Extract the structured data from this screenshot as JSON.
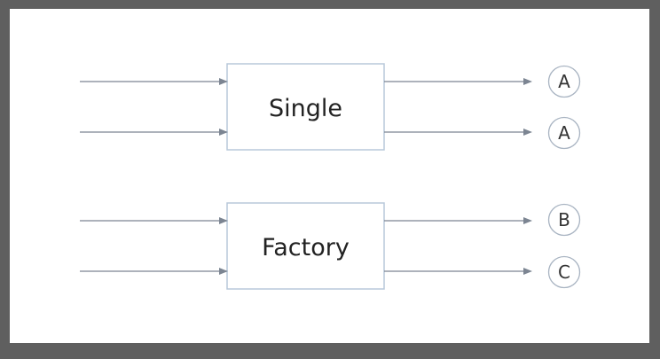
{
  "boxes": [
    {
      "label": "Single"
    },
    {
      "label": "Factory"
    }
  ],
  "outputs": [
    "A",
    "A",
    "B",
    "C"
  ]
}
